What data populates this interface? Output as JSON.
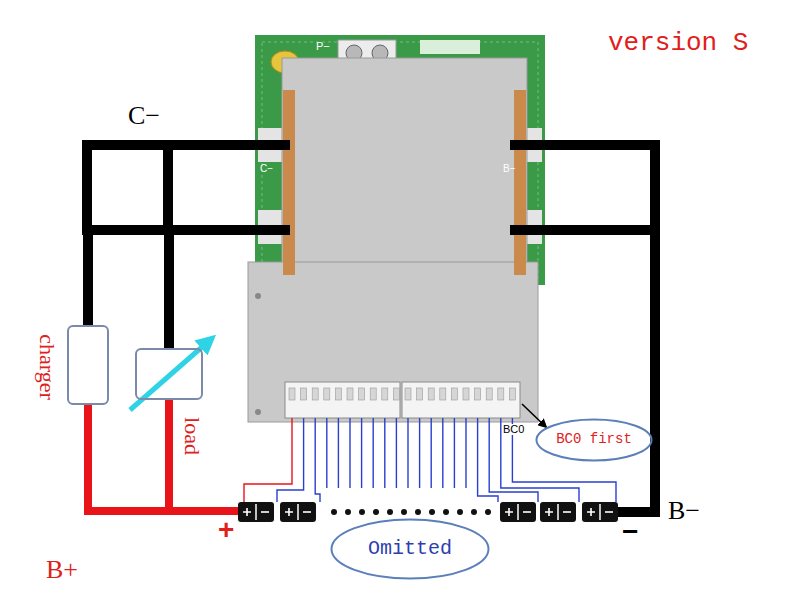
{
  "diagram": {
    "nodes": [
      {
        "text": [
          "charger"
        ]
      },
      {
        "text": [
          "load"
        ]
      },
      {
        "text": [
          "BC0 first"
        ]
      },
      {
        "text": [
          "Omitted"
        ]
      }
    ],
    "edges": [
      {
        "from": 0,
        "to": 1,
        "arrow": "none"
      },
      {
        "from": 0,
        "to": 1,
        "arrow": "none"
      }
    ],
    "labels": [
      "version S",
      "C−",
      "P−",
      "C−",
      "B−",
      "BC0",
      "B+",
      "+",
      "B−",
      "−"
    ]
  }
}
